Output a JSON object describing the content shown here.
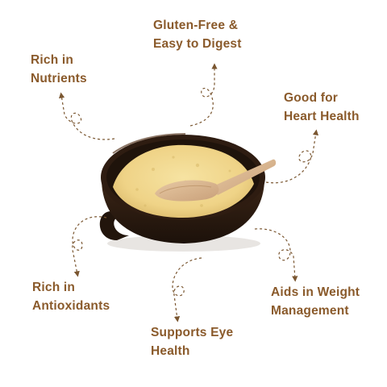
{
  "colors": {
    "label_text": "#8a5a2b",
    "arrow": "#7a5630",
    "bowl": "#2b1a10",
    "bowl_rim": "#3a2415",
    "powder": "#f0d68a",
    "spoon": "#d9b48a"
  },
  "benefits": [
    {
      "line1": "Gluten-Free &",
      "line2": "Easy to Digest"
    },
    {
      "line1": "Rich in",
      "line2": "Nutrients"
    },
    {
      "line1": "Good for",
      "line2": "Heart Health"
    },
    {
      "line1": "Rich in",
      "line2": "Antioxidants"
    },
    {
      "line1": "Aids in Weight",
      "line2": "Management"
    },
    {
      "line1": "Supports Eye",
      "line2": "Health"
    }
  ],
  "icons": {
    "bowl": "bowl-of-flour-icon",
    "spoon": "wooden-spoon-icon",
    "arrows": "dashed-loop-arrow-icon"
  }
}
